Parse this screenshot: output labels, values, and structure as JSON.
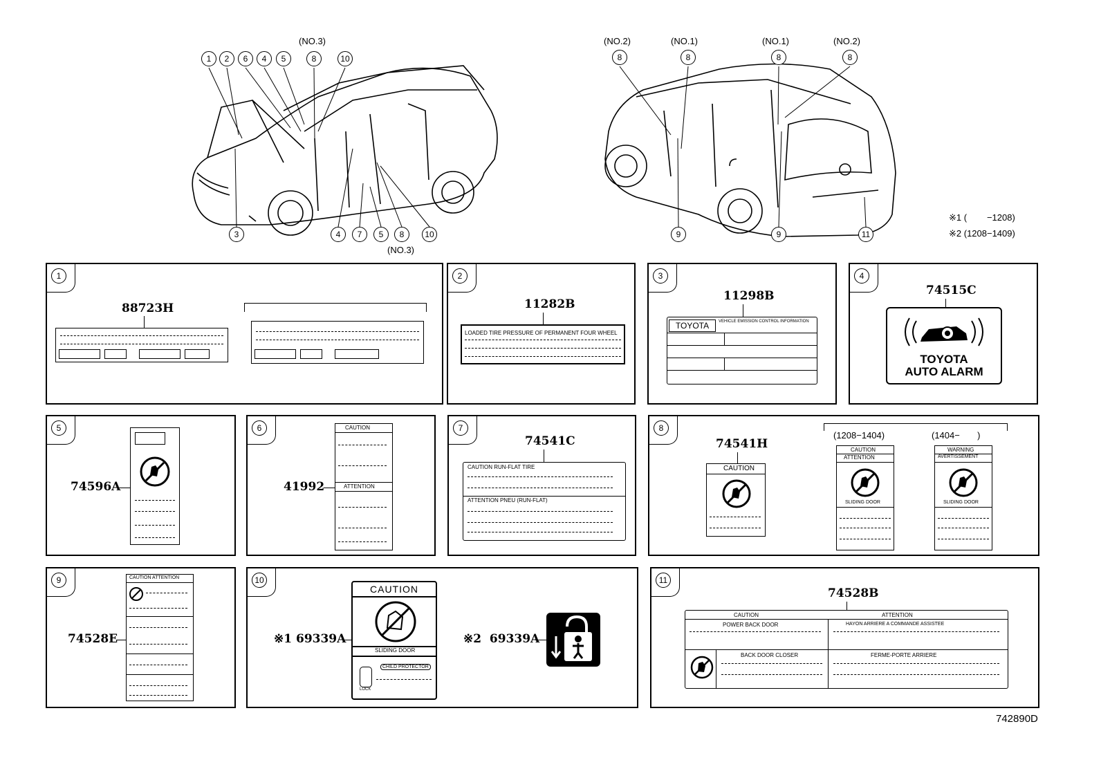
{
  "front_view": {
    "top_callouts": [
      "1",
      "2",
      "6",
      "4",
      "5",
      "8",
      "10"
    ],
    "top_8_note": "(NO.3)",
    "bottom_callouts": [
      "3",
      "4",
      "7",
      "5",
      "8",
      "10"
    ],
    "bottom_8_note": "(NO.3)"
  },
  "rear_view": {
    "top_callouts": [
      {
        "num": "8",
        "note": "(NO.2)"
      },
      {
        "num": "8",
        "note": "(NO.1)"
      },
      {
        "num": "8",
        "note": "(NO.1)"
      },
      {
        "num": "8",
        "note": "(NO.2)"
      }
    ],
    "bottom_callouts": [
      "9",
      "9",
      "11"
    ]
  },
  "legend": {
    "line1": "※1 (        −1208)",
    "line2": "※2 (1208−1409)"
  },
  "panels": {
    "p1": {
      "num": "1",
      "part": "88723H"
    },
    "p2": {
      "num": "2",
      "part": "11282B",
      "label_text": "LOADED TIRE PRESSURE OF PERMANENT FOUR WHEEL"
    },
    "p3": {
      "num": "3",
      "part": "11298B",
      "brand": "TOYOTA",
      "hdr": "VEHICLE EMISSION CONTROL INFORMATION"
    },
    "p4": {
      "num": "4",
      "part": "74515C",
      "line1": "TOYOTA",
      "line2": "AUTO ALARM"
    },
    "p5": {
      "num": "5",
      "part": "74596A"
    },
    "p6": {
      "num": "6",
      "part": "41992",
      "caution": "CAUTION",
      "attention": "ATTENTION"
    },
    "p7": {
      "num": "7",
      "part": "74541C",
      "caution": "CAUTION RUN-FLAT TIRE",
      "attention": "ATTENTION PNEU (RUN-FLAT)"
    },
    "p8": {
      "num": "8",
      "part": "74541H",
      "caution": "CAUTION",
      "range1": "(1208−1404)",
      "range2": "(1404−       )",
      "l2_top": "CAUTION",
      "l2_sub": "ATTENTION",
      "l2_door": "SLIDING DOOR",
      "l3_top": "WARNING",
      "l3_sub": "AVERTISSEMENT",
      "l3_door": "SLIDING DOOR"
    },
    "p9": {
      "num": "9",
      "part": "74528E",
      "hdr": "CAUTION ATTENTION"
    },
    "p10": {
      "num": "10",
      "part1": "※1 69339A",
      "part2": "※2  69339A",
      "caution": "CAUTION",
      "door": "SLIDING DOOR",
      "child": "CHILD PROTECTOR",
      "lock": "LOCK"
    },
    "p11": {
      "num": "11",
      "part": "74528B",
      "caution": "CAUTION",
      "attention": "ATTENTION",
      "r1c1": "POWER BACK DOOR",
      "r1c2": "HAYON ARRIERE A COMMANDE ASSISTEE",
      "r2c1": "BACK DOOR CLOSER",
      "r2c2": "FERME-PORTE ARRIERE"
    }
  },
  "diagram_code": "742890D"
}
